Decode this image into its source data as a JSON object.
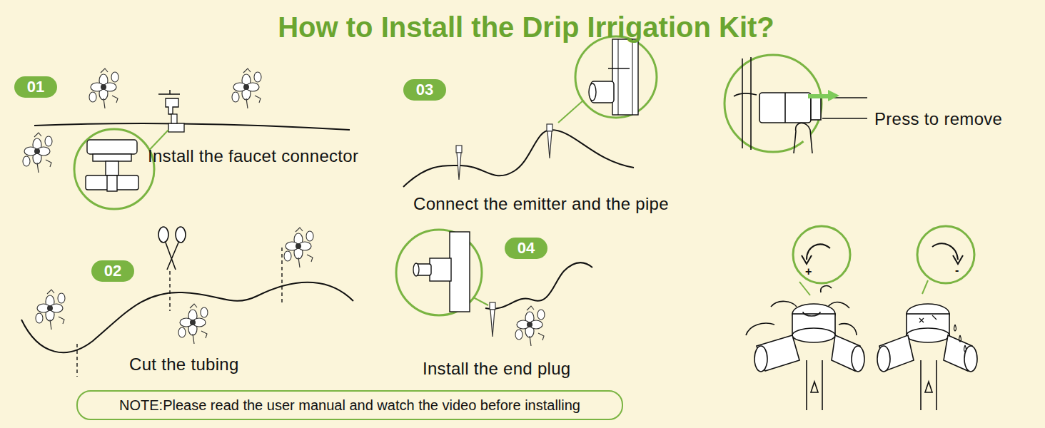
{
  "diagram": {
    "title": "How to Install the Drip Irrigation Kit?",
    "nodes": [
      {
        "text": [
          "01"
        ]
      },
      {
        "text": [
          "03"
        ]
      },
      {
        "text": [
          "02"
        ]
      },
      {
        "text": [
          "04"
        ]
      },
      {
        "text": [
          "NOTE:Please read the user manual and watch the video before installing"
        ]
      }
    ],
    "labels": [
      "Install the faucet connector",
      "Connect the emitter and the pipe",
      "Press to remove",
      "Cut the tubing",
      "Install the end plug",
      "+",
      "-"
    ]
  }
}
